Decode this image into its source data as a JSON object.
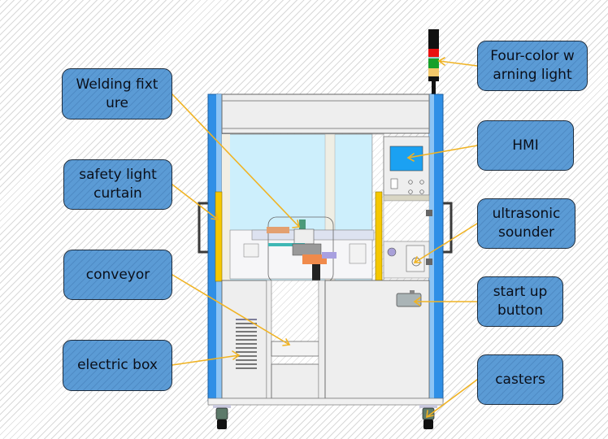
{
  "diagram": {
    "title": "Ultrasonic welding machine component overview",
    "colors": {
      "label_fill": "#5b9bd5",
      "label_border": "#1f2d3d",
      "leader_line": "#f0b323",
      "frame_blue": "#2f8fe6",
      "safety_curtain_yellow": "#f5c800",
      "hmi_screen": "#1ba1f2",
      "light_red": "#e81010",
      "light_green": "#17a02a",
      "light_amber": "#f4c86a"
    },
    "labels": [
      {
        "id": "welding-fixture",
        "lines": [
          "Welding fixt",
          "ure"
        ],
        "side": "left"
      },
      {
        "id": "safety-light-curtain",
        "lines": [
          "safety light",
          "curtain"
        ],
        "side": "left"
      },
      {
        "id": "conveyor",
        "lines": [
          "conveyor"
        ],
        "side": "left"
      },
      {
        "id": "electric-box",
        "lines": [
          "electric box"
        ],
        "side": "left"
      },
      {
        "id": "four-color-warning-light",
        "lines": [
          "Four-color w",
          "arning light"
        ],
        "side": "right"
      },
      {
        "id": "hmi",
        "lines": [
          "HMI"
        ],
        "side": "right"
      },
      {
        "id": "ultrasonic-sounder",
        "lines": [
          "ultrasonic",
          "sounder"
        ],
        "side": "right"
      },
      {
        "id": "start-up-button",
        "lines": [
          "start up",
          "button"
        ],
        "side": "right"
      },
      {
        "id": "casters",
        "lines": [
          "casters"
        ],
        "side": "right"
      }
    ]
  }
}
